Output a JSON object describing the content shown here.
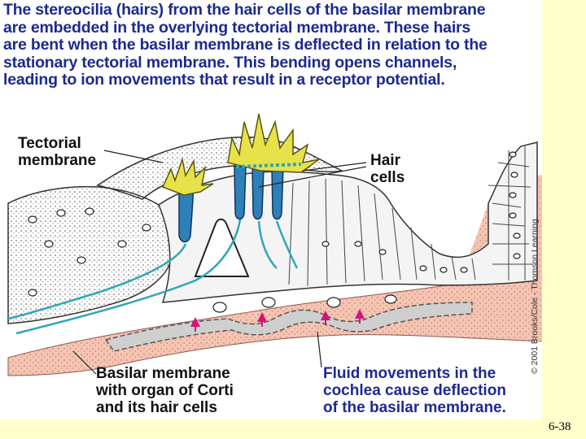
{
  "caption": {
    "lines": [
      "The stereocilia (hairs) from the hair cells of the basilar membrane",
      "are embedded in the overlying tectorial membrane. These hairs",
      "are bent when the basilar membrane is deflected in relation to the",
      "stationary tectorial membrane. This bending opens channels,",
      "leading to ion movements that result in a receptor potential."
    ]
  },
  "labels": {
    "tectorial": [
      "Tectorial",
      "membrane"
    ],
    "hair_cells": [
      "Hair",
      "cells"
    ],
    "basilar": [
      "Basilar membrane",
      "with organ of Corti",
      "and its hair cells"
    ],
    "fluid": [
      "Fluid movements in the",
      "cochlea cause deflection",
      "of the basilar membrane."
    ]
  },
  "credit": "© 2001 Brooks/Cole - Thomson Learning",
  "page_number": "6-38",
  "colors": {
    "caption_text": "#1b2a8f",
    "background": "#FFFFCC",
    "hair_cell": "#2f7fb8",
    "stereocilia": "#e8e24a",
    "basilar_membrane": "#f6c4b2",
    "fluid": "#cfcfcf",
    "arrow": "#d4147a"
  }
}
